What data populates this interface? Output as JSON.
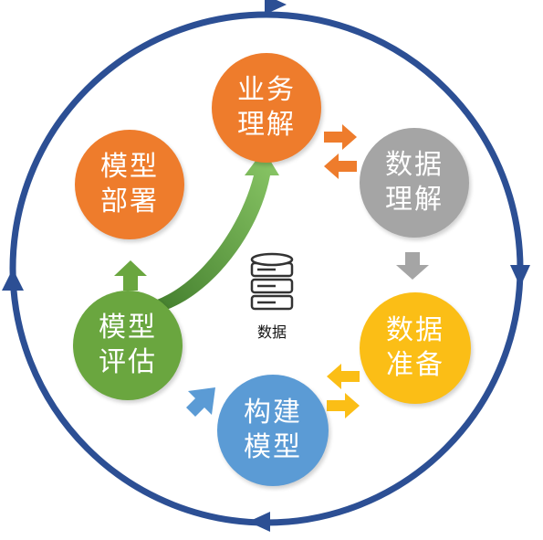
{
  "colors": {
    "ring": "#2c4f94",
    "orange": "#ee7c2c",
    "gray": "#a5a5a5",
    "yellow": "#fbbe16",
    "blue": "#5b9bd5",
    "green": "#6aa63f",
    "dark_green": "#3f7a2a"
  },
  "icons": {
    "center": "database-icon"
  },
  "nodes": {
    "business": {
      "line1": "业务",
      "line2": "理解"
    },
    "data_understanding": {
      "line1": "数据",
      "line2": "理解"
    },
    "data_preparation": {
      "line1": "数据",
      "line2": "准备"
    },
    "modeling": {
      "line1": "构建",
      "line2": "模型"
    },
    "evaluation": {
      "line1": "模型",
      "line2": "评估"
    },
    "deployment": {
      "line1": "模型",
      "line2": "部署"
    }
  },
  "center": {
    "label": "数据"
  }
}
